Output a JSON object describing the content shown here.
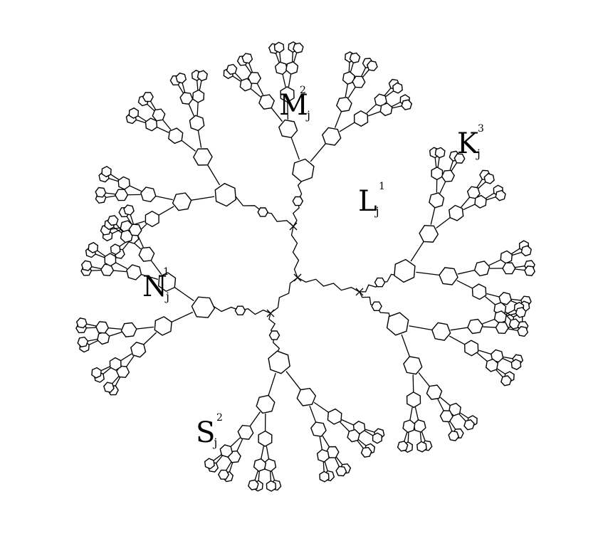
{
  "labels": [
    {
      "id": "M",
      "letter": "M",
      "sub": "j",
      "sup": "2"
    },
    {
      "id": "K",
      "letter": "K",
      "sub": "j",
      "sup": "3"
    },
    {
      "id": "L",
      "letter": "L",
      "sub": "j",
      "sup": "1"
    },
    {
      "id": "N",
      "letter": "N",
      "sub": "j",
      "sup": "1"
    },
    {
      "id": "S",
      "letter": "S",
      "sub": "j",
      "sup": "2"
    }
  ],
  "colors": {
    "stroke": "#000000",
    "background": "#ffffff"
  },
  "structure": {
    "branches": [
      "upper-left",
      "top",
      "right",
      "lower-right",
      "bottom",
      "left"
    ],
    "node_shape": "hexagon"
  }
}
